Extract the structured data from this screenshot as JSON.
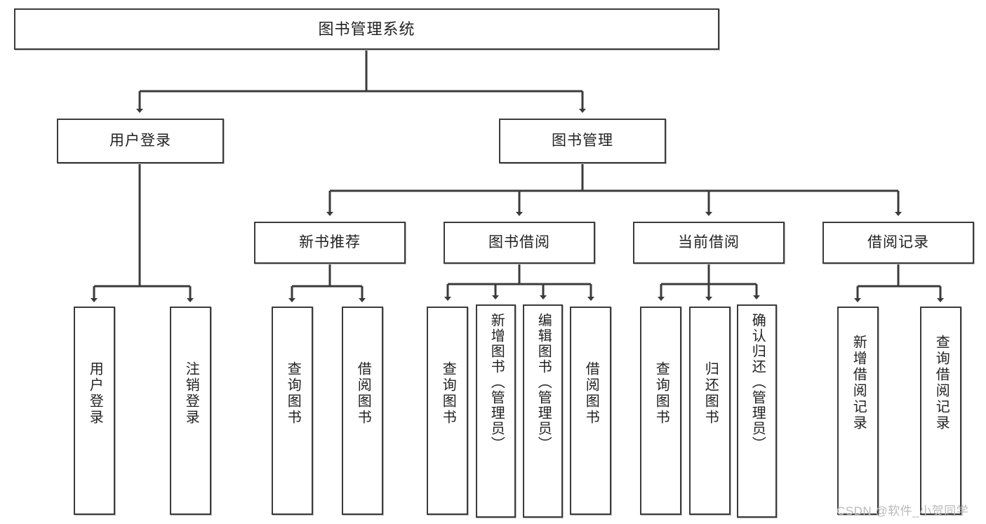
{
  "diagram": {
    "title": "图书管理系统",
    "type": "tree",
    "root": {
      "id": "root",
      "label": "图书管理系统"
    },
    "level2": [
      {
        "id": "user-login",
        "label": "用户登录"
      },
      {
        "id": "book-management",
        "label": "图书管理"
      }
    ],
    "level3": [
      {
        "id": "new-book-recommend",
        "label": "新书推荐",
        "parent": "book-management"
      },
      {
        "id": "book-borrow",
        "label": "图书借阅",
        "parent": "book-management"
      },
      {
        "id": "current-borrow",
        "label": "当前借阅",
        "parent": "book-management"
      },
      {
        "id": "borrow-record",
        "label": "借阅记录",
        "parent": "book-management"
      }
    ],
    "leaves": [
      {
        "id": "leaf-user-login",
        "label": "用户登录",
        "parent": "user-login"
      },
      {
        "id": "leaf-logout-login",
        "label": "注销登录",
        "parent": "user-login"
      },
      {
        "id": "leaf-query-book-1",
        "label": "查询图书",
        "parent": "new-book-recommend"
      },
      {
        "id": "leaf-borrow-book-1",
        "label": "借阅图书",
        "parent": "new-book-recommend"
      },
      {
        "id": "leaf-query-book-2",
        "label": "查询图书",
        "parent": "book-borrow"
      },
      {
        "id": "leaf-add-book-admin",
        "label": "新增图书（管理员）",
        "parent": "book-borrow"
      },
      {
        "id": "leaf-edit-book-admin",
        "label": "编辑图书（管理员）",
        "parent": "book-borrow"
      },
      {
        "id": "leaf-borrow-book-2",
        "label": "借阅图书",
        "parent": "book-borrow"
      },
      {
        "id": "leaf-query-book-3",
        "label": "查询图书",
        "parent": "current-borrow"
      },
      {
        "id": "leaf-return-book",
        "label": "归还图书",
        "parent": "current-borrow"
      },
      {
        "id": "leaf-confirm-return-admin",
        "label": "确认归还（管理员）",
        "parent": "current-borrow"
      },
      {
        "id": "leaf-add-borrow-record",
        "label": "新增借阅记录",
        "parent": "borrow-record"
      },
      {
        "id": "leaf-query-borrow-record",
        "label": "查询借阅记录",
        "parent": "borrow-record"
      }
    ],
    "colors": {
      "stroke": "#3b3b3b",
      "background": "#ffffff",
      "text": "#222222",
      "watermark": "#b9b9b9"
    }
  },
  "watermark": {
    "text": "CSDN @软件_小贺同学"
  }
}
